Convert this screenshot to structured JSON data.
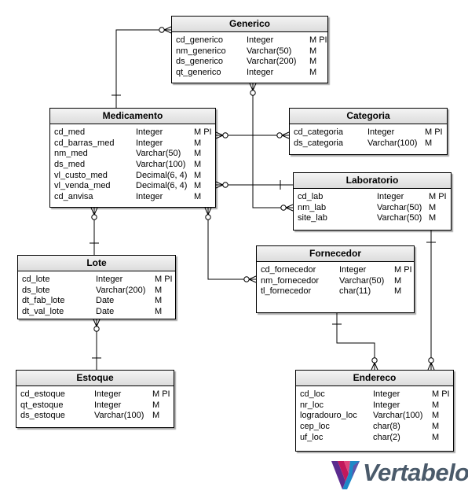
{
  "entities": {
    "generico": {
      "title": "Generico",
      "rows": [
        {
          "name": "cd_generico",
          "type": "Integer",
          "flags": "M PI"
        },
        {
          "name": "nm_generico",
          "type": "Varchar(50)",
          "flags": "M"
        },
        {
          "name": "ds_generico",
          "type": "Varchar(200)",
          "flags": "M"
        },
        {
          "name": "qt_generico",
          "type": "Integer",
          "flags": "M"
        }
      ]
    },
    "medicamento": {
      "title": "Medicamento",
      "rows": [
        {
          "name": "cd_med",
          "type": "Integer",
          "flags": "M PI"
        },
        {
          "name": "cd_barras_med",
          "type": "Integer",
          "flags": "M"
        },
        {
          "name": "nm_med",
          "type": "Varchar(50)",
          "flags": "M"
        },
        {
          "name": "ds_med",
          "type": "Varchar(100)",
          "flags": "M"
        },
        {
          "name": "vl_custo_med",
          "type": "Decimal(6, 4)",
          "flags": "M"
        },
        {
          "name": "vl_venda_med",
          "type": "Decimal(6, 4)",
          "flags": "M"
        },
        {
          "name": "cd_anvisa",
          "type": "Integer",
          "flags": "M"
        }
      ]
    },
    "categoria": {
      "title": "Categoria",
      "rows": [
        {
          "name": "cd_categoria",
          "type": "Integer",
          "flags": "M PI"
        },
        {
          "name": "ds_categoria",
          "type": "Varchar(100)",
          "flags": "M"
        }
      ]
    },
    "laboratorio": {
      "title": "Laboratorio",
      "rows": [
        {
          "name": "cd_lab",
          "type": "Integer",
          "flags": "M PI"
        },
        {
          "name": "nm_lab",
          "type": "Varchar(50)",
          "flags": "M"
        },
        {
          "name": "site_lab",
          "type": "Varchar(50)",
          "flags": "M"
        }
      ]
    },
    "lote": {
      "title": "Lote",
      "rows": [
        {
          "name": "cd_lote",
          "type": "Integer",
          "flags": "M PI"
        },
        {
          "name": "ds_lote",
          "type": "Varchar(200)",
          "flags": "M"
        },
        {
          "name": "dt_fab_lote",
          "type": "Date",
          "flags": "M"
        },
        {
          "name": "dt_val_lote",
          "type": "Date",
          "flags": "M"
        }
      ]
    },
    "fornecedor": {
      "title": "Fornecedor",
      "rows": [
        {
          "name": "cd_fornecedor",
          "type": "Integer",
          "flags": "M PI"
        },
        {
          "name": "nm_fornecedor",
          "type": "Varchar(50)",
          "flags": "M"
        },
        {
          "name": "tl_fornecedor",
          "type": "char(11)",
          "flags": "M"
        }
      ]
    },
    "estoque": {
      "title": "Estoque",
      "rows": [
        {
          "name": "cd_estoque",
          "type": "Integer",
          "flags": "M PI"
        },
        {
          "name": "qt_estoque",
          "type": "Integer",
          "flags": "M"
        },
        {
          "name": "ds_estoque",
          "type": "Varchar(100)",
          "flags": "M"
        }
      ]
    },
    "endereco": {
      "title": "Endereco",
      "rows": [
        {
          "name": "cd_loc",
          "type": "Integer",
          "flags": "M PI"
        },
        {
          "name": "nr_loc",
          "type": "Integer",
          "flags": "M"
        },
        {
          "name": "logradouro_loc",
          "type": "Varchar(100)",
          "flags": "M"
        },
        {
          "name": "cep_loc",
          "type": "char(8)",
          "flags": "M"
        },
        {
          "name": "uf_loc",
          "type": "char(2)",
          "flags": "M"
        }
      ]
    }
  },
  "relationships": [
    {
      "from": "medicamento",
      "to": "generico",
      "from_end": "one",
      "to_end": "zero-or-many"
    },
    {
      "from": "categoria",
      "to": "medicamento",
      "from_end": "zero-or-many",
      "to_end": "zero-or-many"
    },
    {
      "from": "laboratorio",
      "to": "medicamento",
      "from_end": "one",
      "to_end": "zero-or-many"
    },
    {
      "from": "generico",
      "to": "laboratorio",
      "from_end": "zero-or-many",
      "to_end": "zero-or-many"
    },
    {
      "from": "medicamento",
      "to": "lote",
      "from_end": "zero-or-many",
      "to_end": "one"
    },
    {
      "from": "medicamento",
      "to": "fornecedor",
      "from_end": "zero-or-many",
      "to_end": "zero-or-many"
    },
    {
      "from": "lote",
      "to": "estoque",
      "from_end": "zero-or-many",
      "to_end": "one"
    },
    {
      "from": "fornecedor",
      "to": "endereco",
      "from_end": "one",
      "to_end": "zero-or-many"
    },
    {
      "from": "laboratorio",
      "to": "endereco",
      "from_end": "one",
      "to_end": "zero-or-many"
    }
  ],
  "logo": {
    "text": "Vertabelo",
    "colors": [
      "#5b2c8f",
      "#c2185b",
      "#1e88c7",
      "#7b3fa0"
    ]
  },
  "colors": {
    "line": "#000000",
    "header_top": "#f4f4f4",
    "header_bottom": "#dcdcdc",
    "logo_text": "#4a5a6a"
  }
}
